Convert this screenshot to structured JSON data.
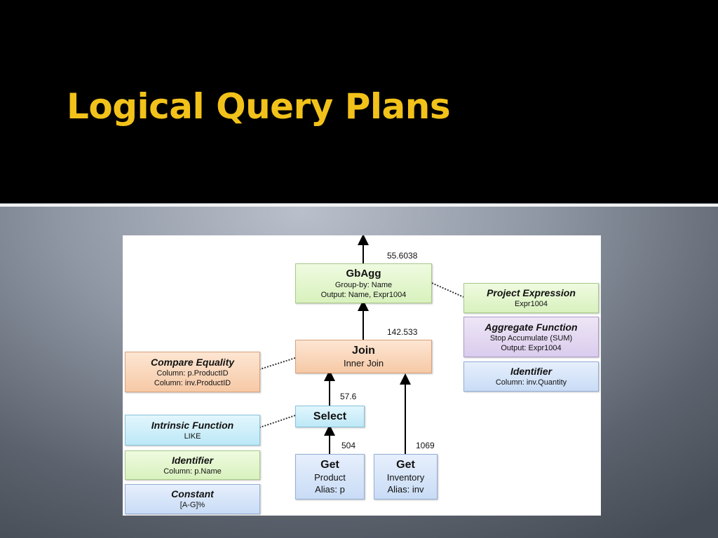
{
  "slide": {
    "title": "Logical Query Plans"
  },
  "plan": {
    "gbagg": {
      "title": "GbAgg",
      "lines": [
        "Group-by: Name",
        "Output: Name, Expr1004"
      ]
    },
    "join": {
      "title": "Join",
      "subtitle": "Inner Join"
    },
    "select": {
      "title": "Select"
    },
    "get_product": {
      "title": "Get",
      "lines": [
        "Product",
        "Alias: p"
      ]
    },
    "get_inventory": {
      "title": "Get",
      "lines": [
        "Inventory",
        "Alias: inv"
      ]
    },
    "project_expression": {
      "title": "Project Expression",
      "detail": "Expr1004"
    },
    "aggregate_function": {
      "title": "Aggregate Function",
      "lines": [
        "Stop Accumulate (SUM)",
        "Output: Expr1004"
      ]
    },
    "identifier_quantity": {
      "title": "Identifier",
      "detail": "Column: inv.Quantity"
    },
    "compare_equality": {
      "title": "Compare Equality",
      "lines": [
        "Column: p.ProductID",
        "Column: inv.ProductID"
      ]
    },
    "intrinsic_function": {
      "title": "Intrinsic Function",
      "detail": "LIKE"
    },
    "identifier_name": {
      "title": "Identifier",
      "detail": "Column: p.Name"
    },
    "constant": {
      "title": "Constant",
      "detail": "[A-G]%"
    },
    "cardinalities": {
      "output": "55.6038",
      "join_out": "142.533",
      "select_out": "57.6",
      "product_out": "504",
      "inventory_out": "1069"
    }
  },
  "colors": {
    "title": "#f2c21a",
    "operator_green": "#d8f1bd",
    "operator_orange": "#f6c9a6",
    "operator_cyan": "#bde8f7",
    "scalar_blue": "#c9dcf6",
    "scalar_purple": "#dacced"
  }
}
